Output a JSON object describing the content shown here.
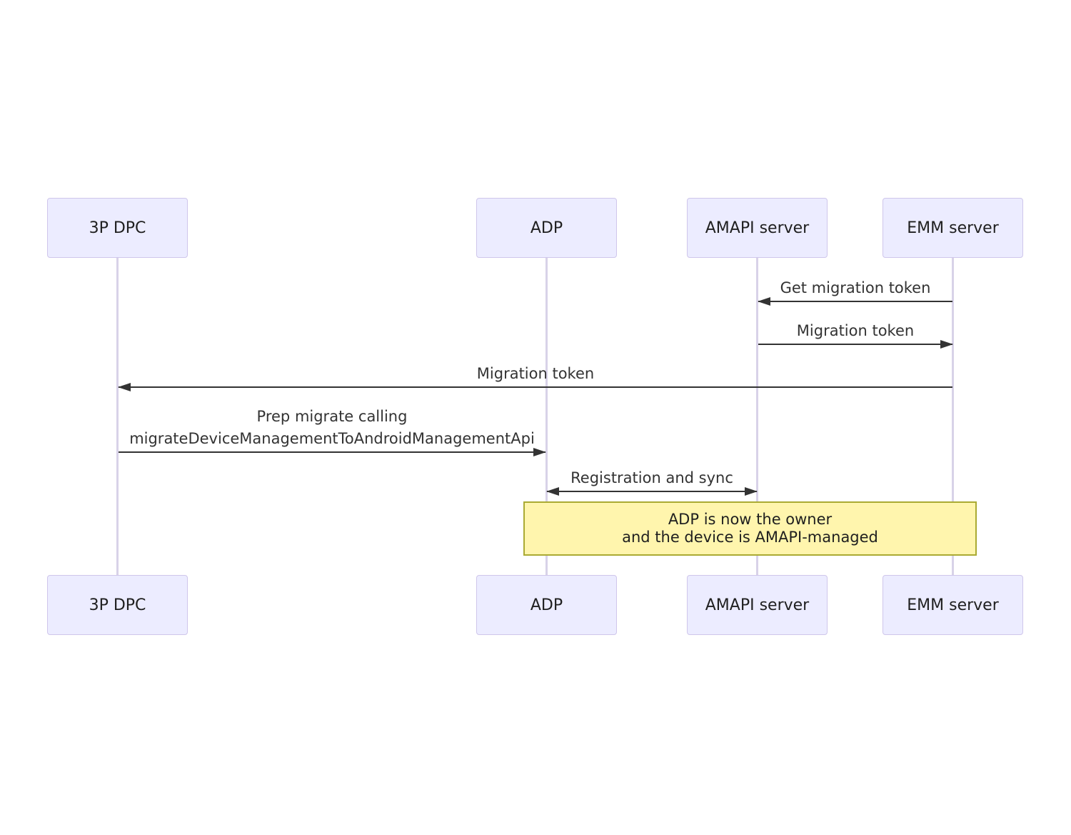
{
  "diagram": {
    "type": "sequence-diagram",
    "actors": [
      {
        "id": "3p-dpc",
        "label": "3P DPC"
      },
      {
        "id": "adp",
        "label": "ADP"
      },
      {
        "id": "amapi-server",
        "label": "AMAPI server"
      },
      {
        "id": "emm-server",
        "label": "EMM server"
      }
    ],
    "messages": [
      {
        "from": "EMM server",
        "to": "AMAPI server",
        "label": "Get migration token",
        "arrow": "left"
      },
      {
        "from": "AMAPI server",
        "to": "EMM server",
        "label": "Migration token",
        "arrow": "right"
      },
      {
        "from": "EMM server",
        "to": "3P DPC",
        "label": "Migration token",
        "arrow": "left"
      },
      {
        "from": "3P DPC",
        "to": "ADP",
        "label_line1": "Prep migrate calling",
        "label_line2": "migrateDeviceManagementToAndroidManagementApi",
        "arrow": "right"
      },
      {
        "from": "ADP",
        "to": "AMAPI server",
        "label": "Registration and sync",
        "arrow": "both"
      }
    ],
    "note": {
      "line1": "ADP is now the owner",
      "line2": "and the device is AMAPI-managed",
      "over": [
        "ADP",
        "EMM server"
      ]
    },
    "colors": {
      "actor_fill": "#ECECFF",
      "actor_border": "#CFC6EB",
      "lifeline": "#D8D2E8",
      "arrow": "#333333",
      "message_text": "#333333",
      "note_fill": "#FFF5AD",
      "note_border": "#AAAA33"
    }
  }
}
